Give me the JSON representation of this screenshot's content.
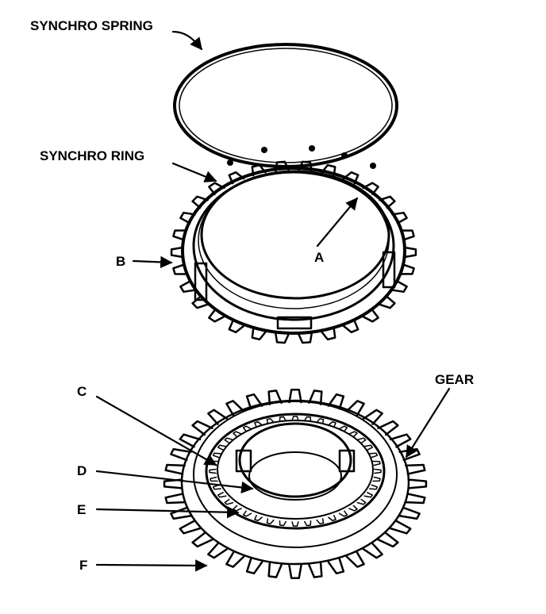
{
  "labels": {
    "synchro_spring": "SYNCHRO SPRING",
    "synchro_ring": "SYNCHRO RING",
    "gear": "GEAR",
    "a": "A",
    "b": "B",
    "c": "C",
    "d": "D",
    "e": "E",
    "f": "F"
  }
}
